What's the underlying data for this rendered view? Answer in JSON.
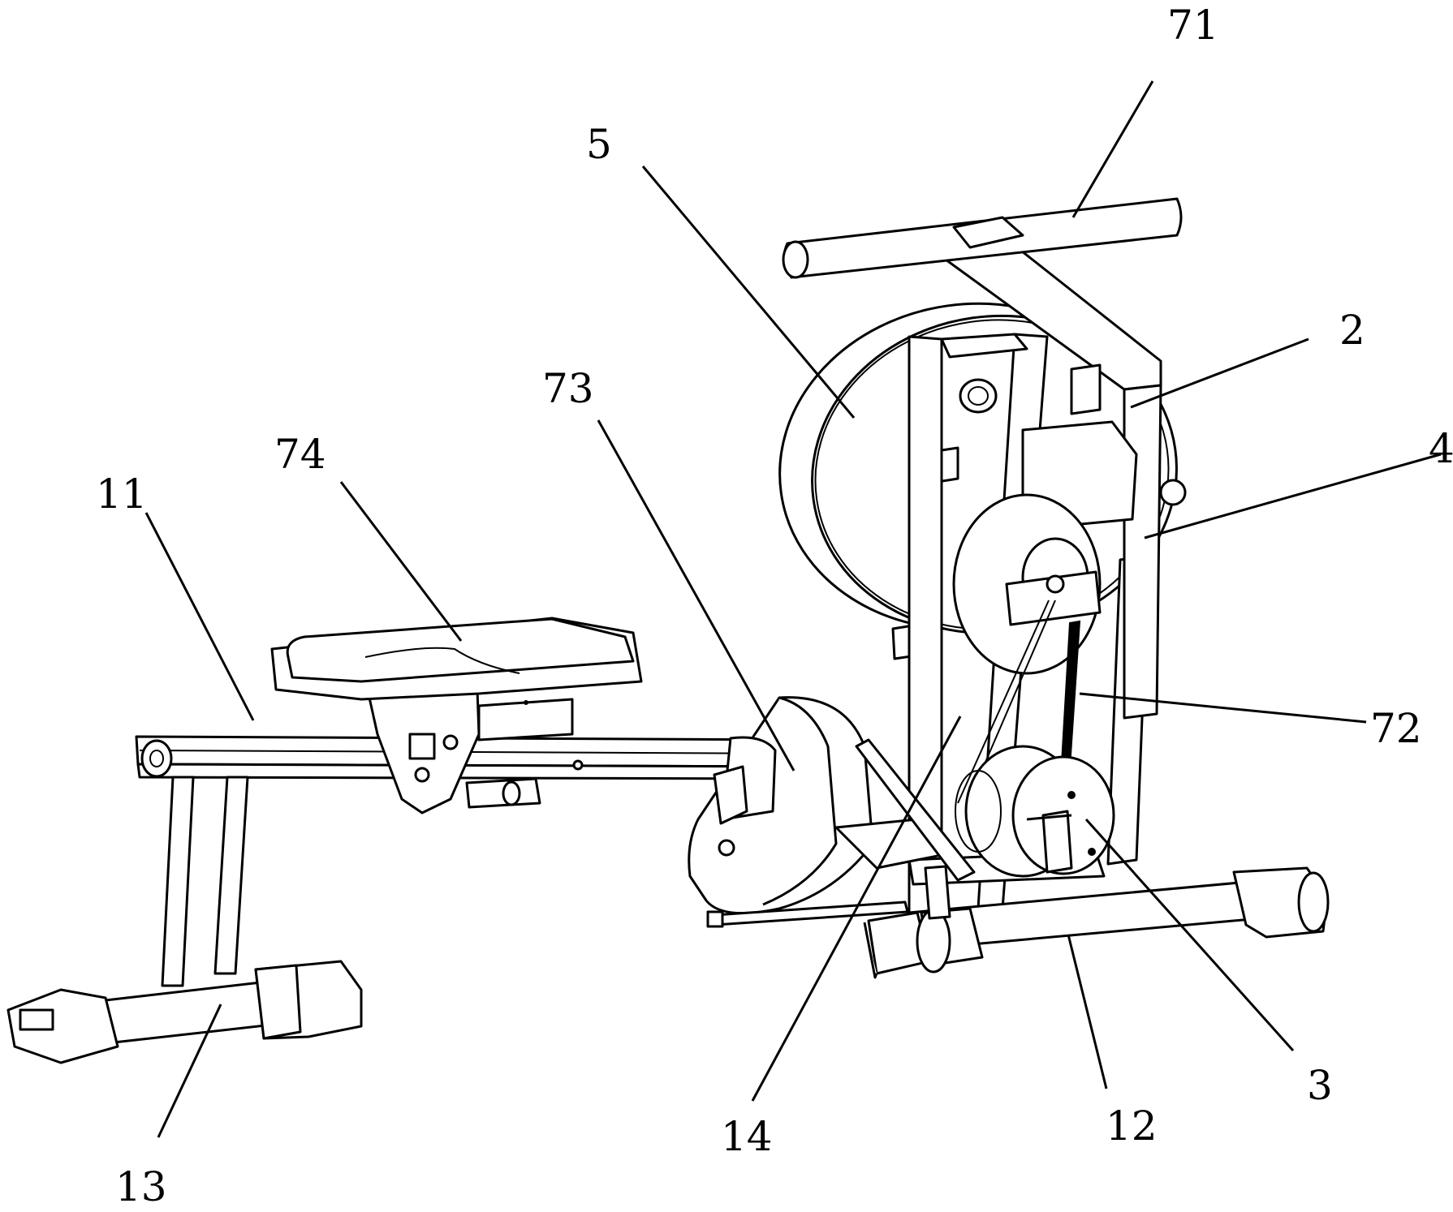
{
  "labels": [
    {
      "id": "label-71",
      "text": "71"
    },
    {
      "id": "label-5",
      "text": "5"
    },
    {
      "id": "label-2",
      "text": "2"
    },
    {
      "id": "label-73",
      "text": "73"
    },
    {
      "id": "label-74",
      "text": "74"
    },
    {
      "id": "label-4",
      "text": "4"
    },
    {
      "id": "label-11",
      "text": "11"
    },
    {
      "id": "label-72",
      "text": "72"
    },
    {
      "id": "label-3",
      "text": "3"
    },
    {
      "id": "label-14",
      "text": "14"
    },
    {
      "id": "label-12",
      "text": "12"
    },
    {
      "id": "label-13",
      "text": "13"
    }
  ]
}
